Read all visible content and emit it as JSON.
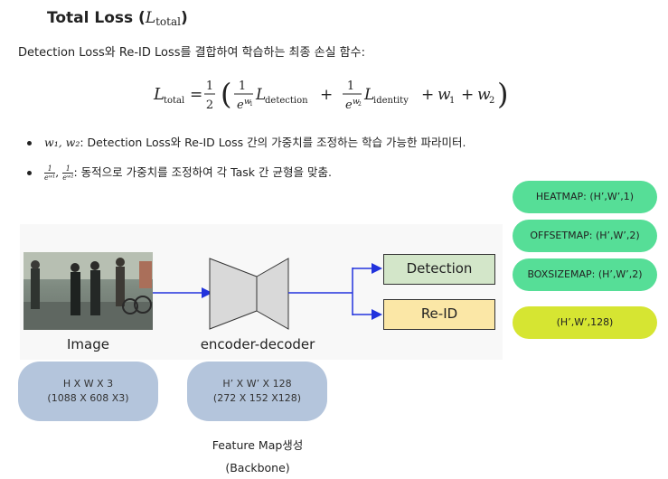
{
  "header": {
    "title_text": "Total Loss (",
    "title_math": "L",
    "title_sub": "total",
    "title_close": ")",
    "description": "Detection Loss와 Re-ID Loss를 결합하여 학습하는 최종 손실 함수:"
  },
  "formula": {
    "lhs": "L",
    "lhs_sub": "total",
    "half_num": "1",
    "half_den": "2",
    "frac1_num": "1",
    "frac1_den": "e",
    "frac1_den_sup": "w",
    "frac1_den_sup_sub": "1",
    "term1": "L",
    "term1_sub": "detection",
    "frac2_num": "1",
    "frac2_den": "e",
    "frac2_den_sup": "w",
    "frac2_den_sup_sub": "2",
    "term2": "L",
    "term2_sub": "identity",
    "w1": "w",
    "w1_sub": "1",
    "w2": "w",
    "w2_sub": "2"
  },
  "bullets": [
    {
      "math": "w₁, w₂",
      "text": ": Detection Loss와 Re-ID Loss 간의 가중치를 조정하는 학습 가능한 파라미터."
    },
    {
      "f1_num": "1",
      "f1_den": "eʷ¹",
      "f2_num": "1",
      "f2_den": "eʷ²",
      "text": ": 동적으로 가중치를 조정하여 각 Task 간 균형을 맞춤."
    }
  ],
  "diagram": {
    "image_label": "Image",
    "encoder_label": "encoder-decoder",
    "detection_label": "Detection",
    "reid_label": "Re-ID",
    "input_shape_line1": "H X W X 3",
    "input_shape_line2": "(1088 X 608 X3)",
    "feature_shape_line1": "H’ X W’ X 128",
    "feature_shape_line2": "(272 X 152 X128)",
    "feature_caption_line1": "Feature Map생성",
    "feature_caption_line2": "(Backbone)"
  },
  "outputs": {
    "heatmap": "HEATMAP: (H’,W’,1)",
    "offsetmap": "OFFSETMAP: (H’,W’,2)",
    "boxsizemap": "BOXSIZEMAP: (H’,W’,2)",
    "reid_shape": "(H’,W’,128)"
  },
  "colors": {
    "detection_fill": "#d3e6c9",
    "reid_fill": "#fbe7a6",
    "pill_fill": "#b4c5dc",
    "tag_green": "#56de97",
    "tag_lime": "#d6e532",
    "arrow": "#2233dd"
  }
}
